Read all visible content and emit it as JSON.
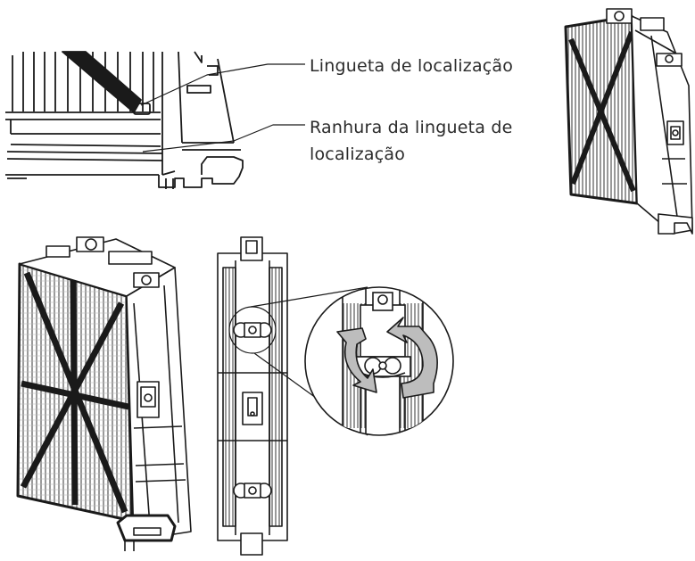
{
  "callouts": {
    "locating_tab": "Lingueta de localização",
    "locating_tab_slot": "Ranhura da lingueta de localização"
  },
  "colors": {
    "line": "#1a1a1a",
    "filter_mesh": "#8a8a8a",
    "text": "#2b2b2b",
    "background": "#ffffff"
  },
  "icons": [
    "rotate-arrow-icon",
    "magnify-circle"
  ]
}
